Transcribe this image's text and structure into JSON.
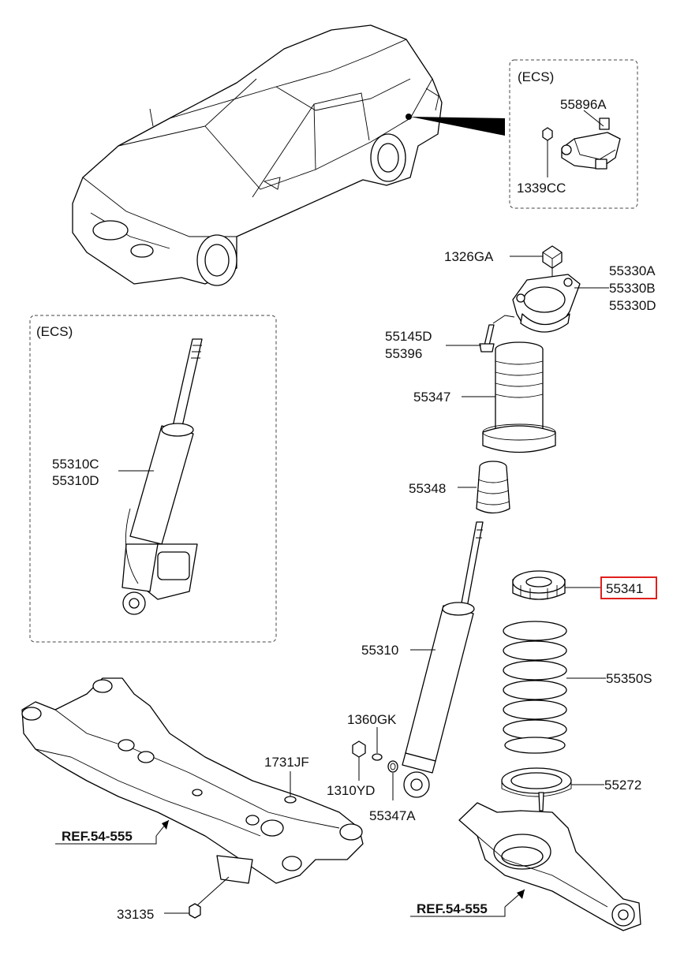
{
  "groups": {
    "ecs_sensor": "(ECS)",
    "ecs_shock": "(ECS)"
  },
  "labels": {
    "p55896A": "55896A",
    "p1339CC": "1339CC",
    "p1326GA": "1326GA",
    "p55330A": "55330A",
    "p55330B": "55330B",
    "p55330D": "55330D",
    "p55145D": "55145D",
    "p55396": "55396",
    "p55347": "55347",
    "p55348": "55348",
    "p55310C": "55310C",
    "p55310D": "55310D",
    "p55341": "55341",
    "p55310": "55310",
    "p55350S": "55350S",
    "p1360GK": "1360GK",
    "p1731JF": "1731JF",
    "p1310YD": "1310YD",
    "p55347A": "55347A",
    "p55272": "55272",
    "p33135": "33135"
  },
  "refs": {
    "left": "REF.54-555",
    "right": "REF.54-555"
  },
  "highlight_color": "#e0201c"
}
